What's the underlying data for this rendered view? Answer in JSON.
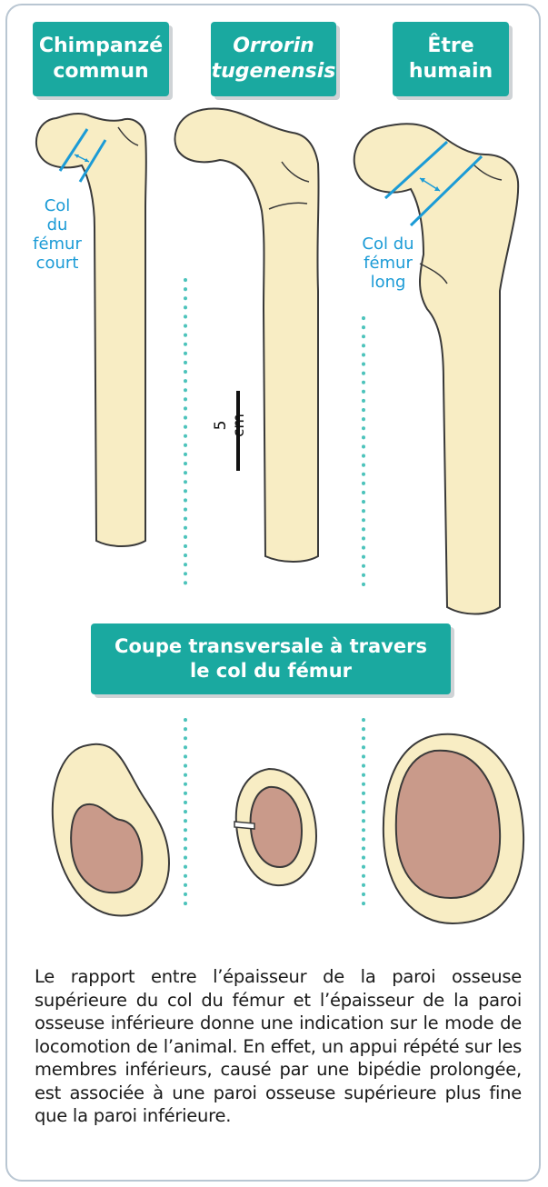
{
  "headers": {
    "chimp": [
      "Chimpanzé",
      "commun"
    ],
    "orrorin": [
      "Orrorin",
      "tugenensis"
    ],
    "human": [
      "Être",
      "humain"
    ]
  },
  "annotations": {
    "short_neck": [
      "Col",
      "du",
      "fémur",
      "court"
    ],
    "long_neck": [
      "Col du",
      "fémur",
      "long"
    ]
  },
  "scale_bar": {
    "label": "5 cm"
  },
  "section_title": [
    "Coupe transversale à travers",
    "le col du fémur"
  ],
  "caption": "Le rapport entre l’épaisseur de la paroi osseuse supérieure du col du fémur et l’épaisseur de la paroi osseuse inférieure donne une indication sur le mode de locomotion de l’animal. En effet, un appui répété sur les membres inférieurs, causé par une bipédie prolongée, est associée à une paroi osseuse supérieure plus fine que la paroi inférieure.",
  "colors": {
    "teal": "#1aa9a0",
    "bone": "#f8edc4",
    "bone_outline": "#3a3a3a",
    "marrow": "#c99a8a",
    "measure_blue": "#1b9bd6"
  }
}
